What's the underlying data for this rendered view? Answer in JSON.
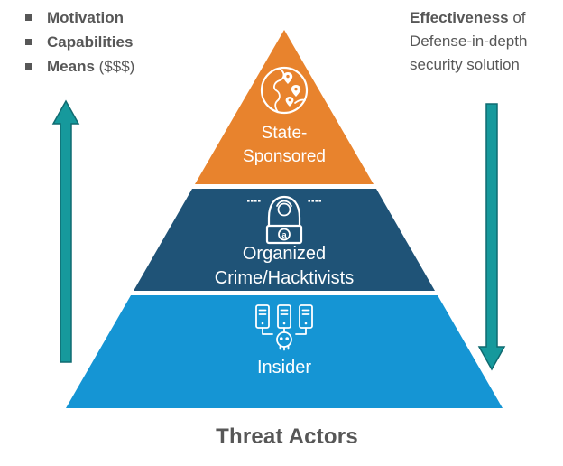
{
  "colors": {
    "orange": "#E8832D",
    "dark_blue": "#1F5377",
    "light_blue": "#1595D4",
    "teal": "#16999C",
    "text_gray": "#575757"
  },
  "left_panel": {
    "bullets": [
      {
        "bold": "Motivation",
        "rest": ""
      },
      {
        "bold": "Capabilities",
        "rest": ""
      },
      {
        "bold": "Means",
        "rest": " ($$$)"
      }
    ]
  },
  "right_panel": {
    "bold": "Effectiveness",
    "line1_rest": " of",
    "line2": "Defense-in-depth",
    "line3": "security solution"
  },
  "pyramid": {
    "tiers": [
      {
        "name": "state-sponsored",
        "icon": "globe-icon",
        "line1": "State-",
        "line2": "Sponsored",
        "color": "#E8832D"
      },
      {
        "name": "organized-crime-hacktivists",
        "icon": "hacker-icon",
        "line1": "Organized",
        "line2": "Crime/Hacktivists",
        "color": "#1F5377",
        "screen_char": "a"
      },
      {
        "name": "insider",
        "icon": "servers-skull-icon",
        "line1": "Insider",
        "line2": "",
        "color": "#1595D4"
      }
    ],
    "caption": "Threat Actors"
  }
}
